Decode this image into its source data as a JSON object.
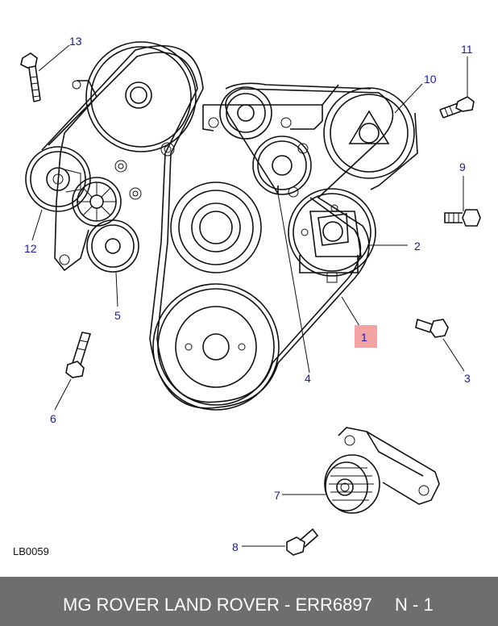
{
  "diagram": {
    "reference_code": "LB0059",
    "callouts": {
      "c1": "1",
      "c2": "2",
      "c3": "3",
      "c4": "4",
      "c5": "5",
      "c6": "6",
      "c7": "7",
      "c8": "8",
      "c9": "9",
      "c10": "10",
      "c11": "11",
      "c12": "12",
      "c13": "13"
    },
    "highlight_color": "#f4a3a3",
    "callout_color": "#1a1aa6"
  },
  "footer": {
    "title": "MG ROVER LAND ROVER - ERR6897",
    "page": "N - 1",
    "background": "#6e6e6e"
  }
}
